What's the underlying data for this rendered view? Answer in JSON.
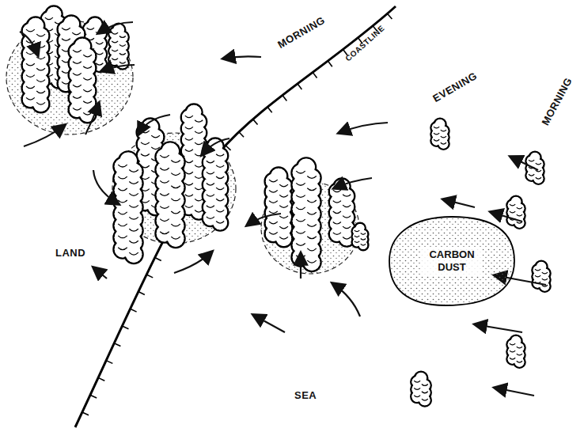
{
  "diagram": {
    "nodes": [
      {
        "text": [
          "CARBON DUST"
        ]
      }
    ],
    "labels": [
      "MORNING",
      "COASTLINE",
      "EVENING",
      "MORNING",
      "LAND",
      "SEA"
    ]
  }
}
